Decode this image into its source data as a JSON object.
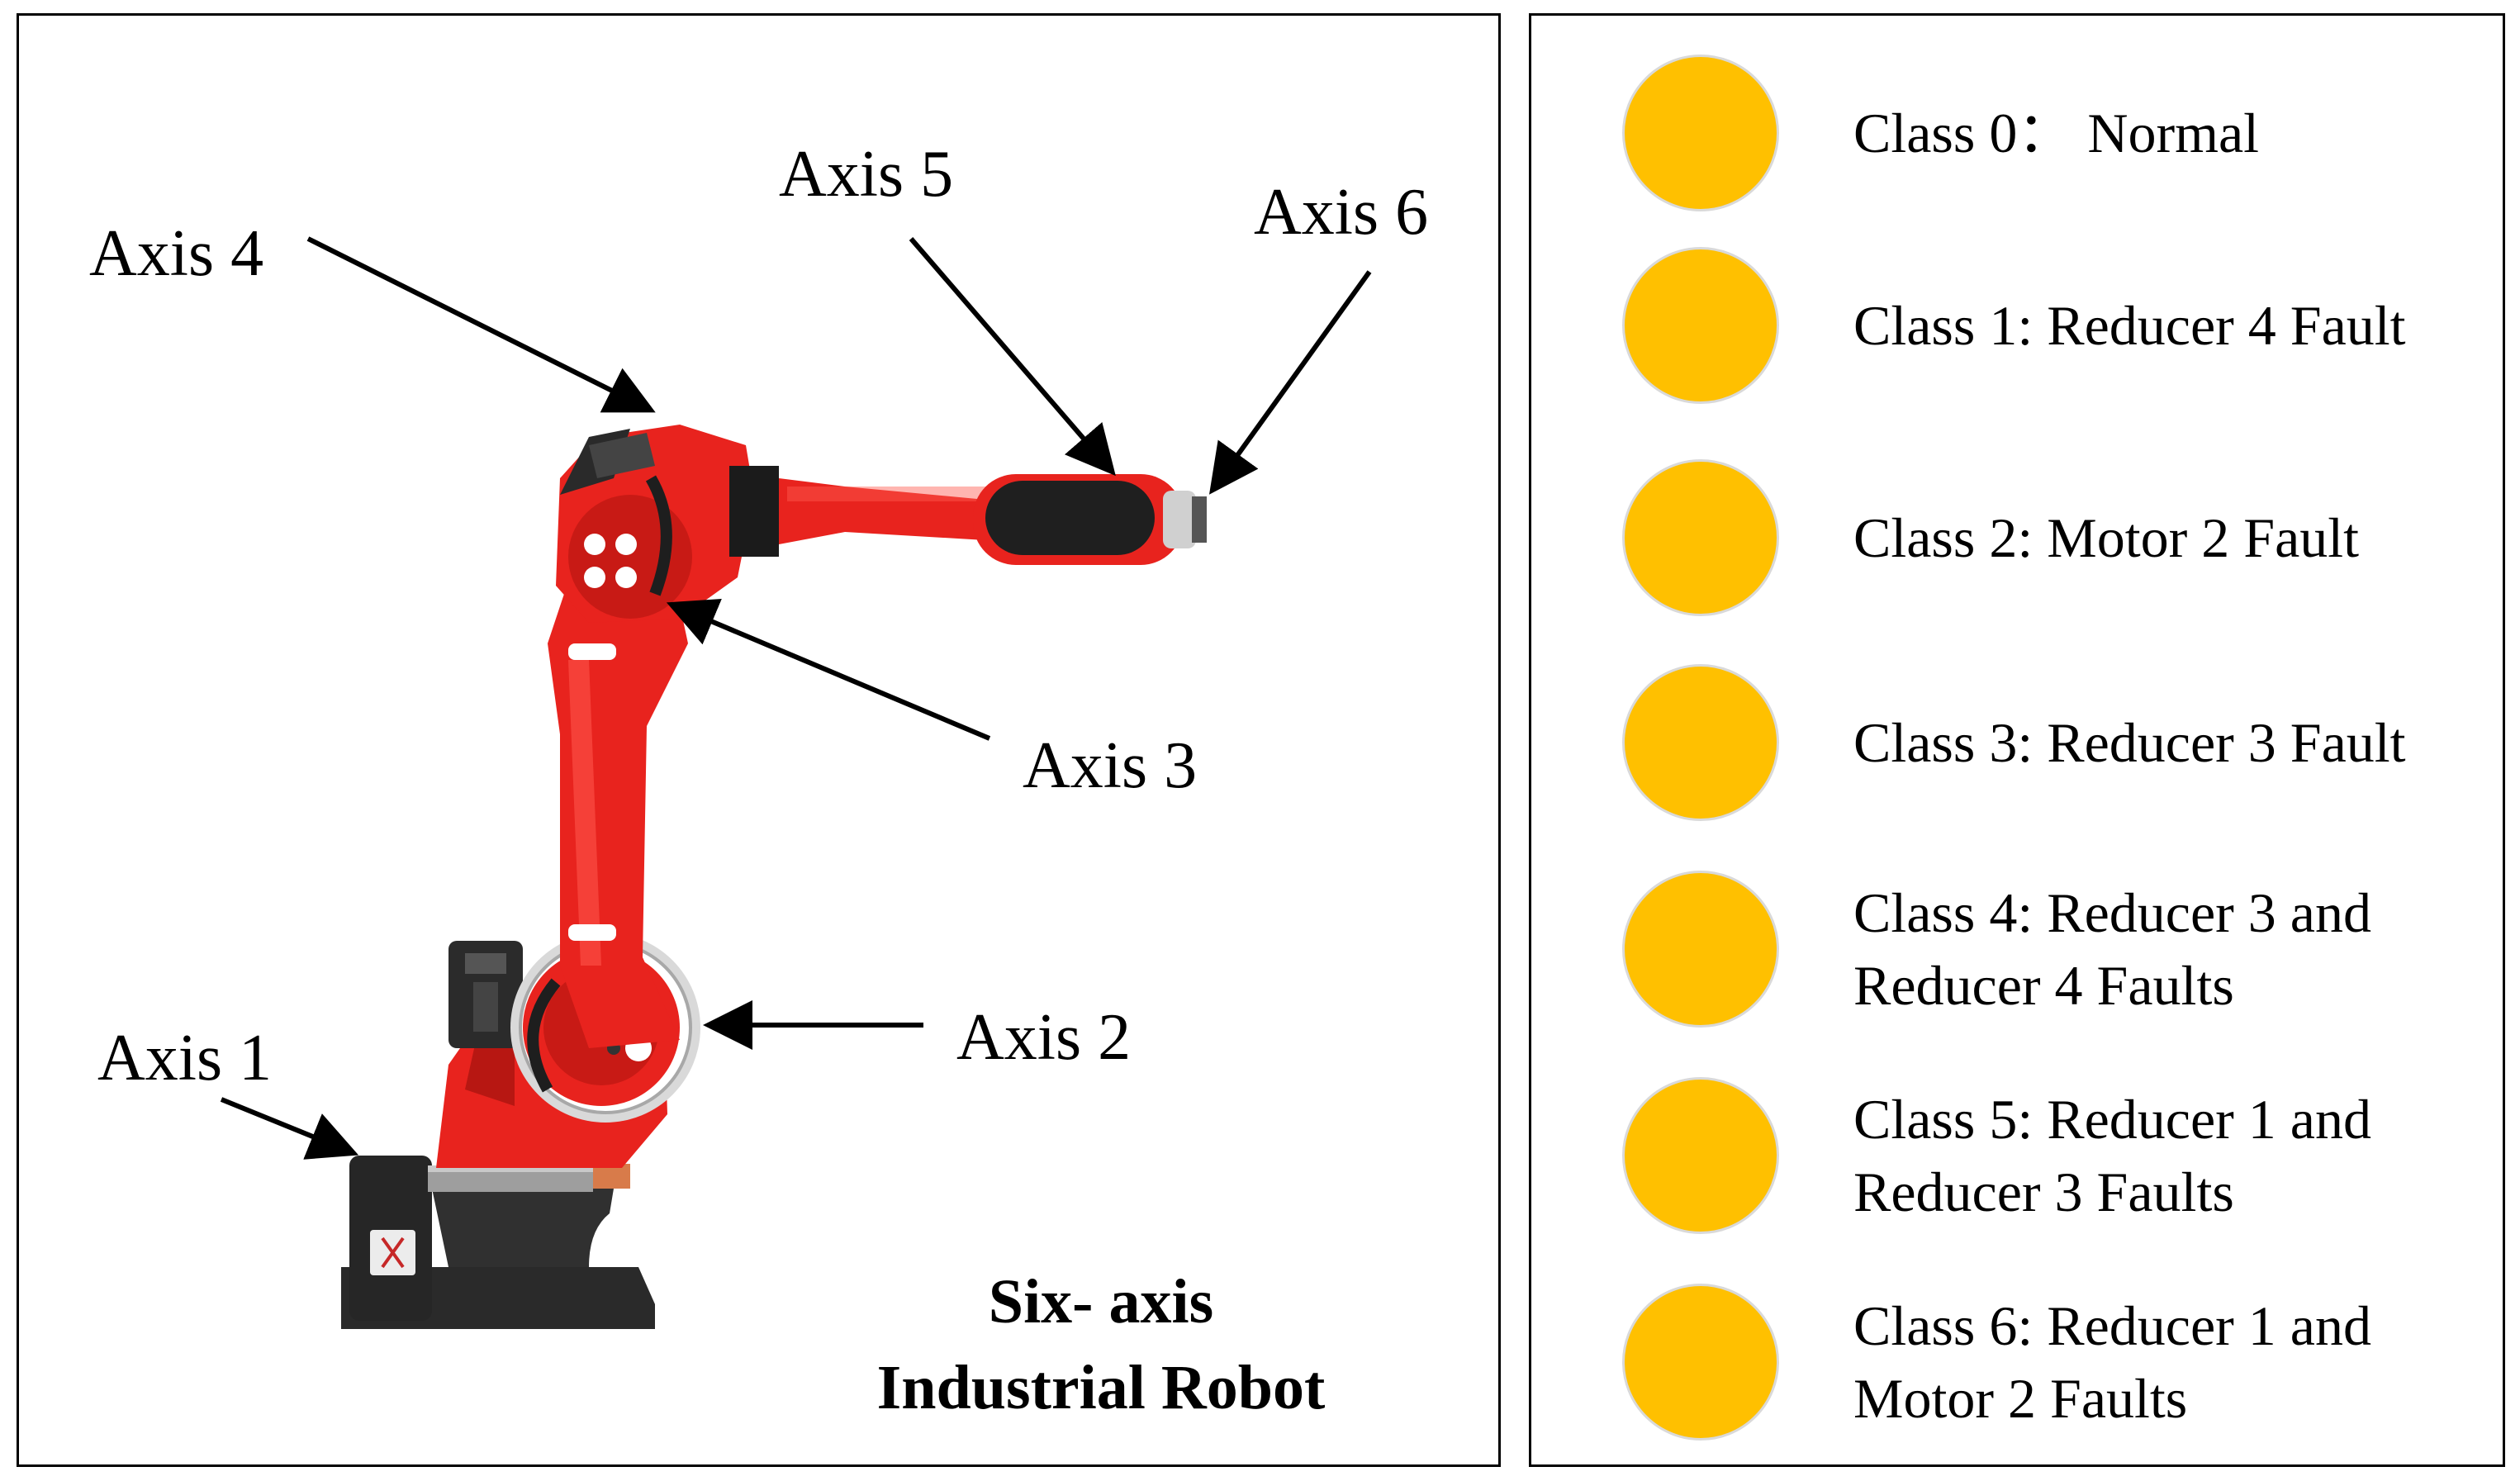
{
  "robot_panel": {
    "axis_labels": {
      "axis1": "Axis 1",
      "axis2": "Axis 2",
      "axis3": "Axis 3",
      "axis4": "Axis 4",
      "axis5": "Axis 5",
      "axis6": "Axis 6"
    },
    "title_line1": "Six- axis",
    "title_line2": "Industrial Robot"
  },
  "legend": {
    "dot_color": "#FFC000",
    "items": [
      {
        "lines": [
          "Class 0： Normal"
        ]
      },
      {
        "lines": [
          "Class 1: Reducer 4 Fault"
        ]
      },
      {
        "lines": [
          "Class 2: Motor 2 Fault"
        ]
      },
      {
        "lines": [
          "Class 3: Reducer 3 Fault"
        ]
      },
      {
        "lines": [
          "Class 4: Reducer 3 and",
          "Reducer 4 Faults"
        ]
      },
      {
        "lines": [
          "Class 5: Reducer 1 and",
          "Reducer 3 Faults"
        ]
      },
      {
        "lines": [
          "Class 6: Reducer 1 and",
          "Motor 2 Faults"
        ]
      }
    ]
  },
  "colors": {
    "robot_red": "#E8231E",
    "robot_dark": "#2a2a2a",
    "robot_grey": "#bdbdbd",
    "border": "#000000"
  }
}
